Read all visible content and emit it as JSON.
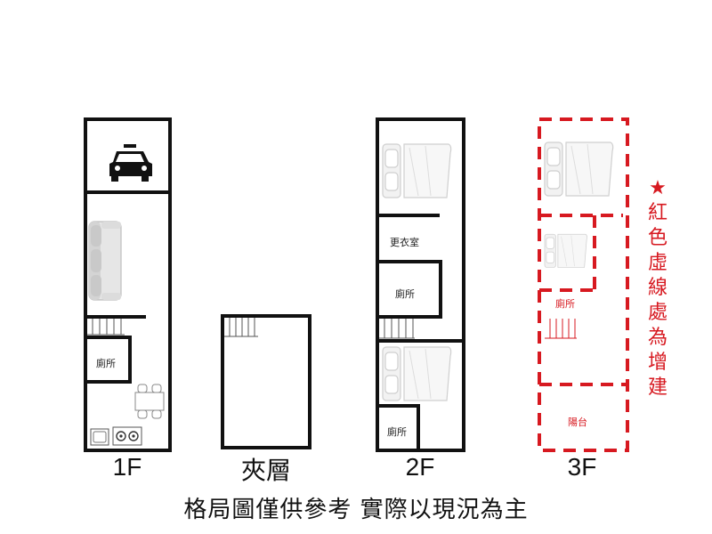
{
  "floors": [
    {
      "id": "1F",
      "label": "1F",
      "rooms": {
        "toilet": "廁所"
      }
    },
    {
      "id": "mezzanine",
      "label": "夾層"
    },
    {
      "id": "2F",
      "label": "2F",
      "rooms": {
        "dressing_room": "更衣室",
        "toilet_upper": "廁所",
        "toilet_lower": "廁所"
      }
    },
    {
      "id": "3F",
      "label": "3F",
      "rooms": {
        "toilet": "廁所",
        "balcony": "陽台"
      }
    }
  ],
  "legend": {
    "star": "★",
    "text": "紅色虛線處為增建"
  },
  "caption": "格局圖僅供參考 實際以現況為主",
  "colors": {
    "wall": "#111111",
    "addition": "#d71920",
    "furniture": "#dcdcdc"
  },
  "icons": [
    "car-icon",
    "sofa-icon",
    "stairs-icon",
    "bed-icon",
    "toilet-icon",
    "dining-table-icon",
    "stove-icon"
  ]
}
